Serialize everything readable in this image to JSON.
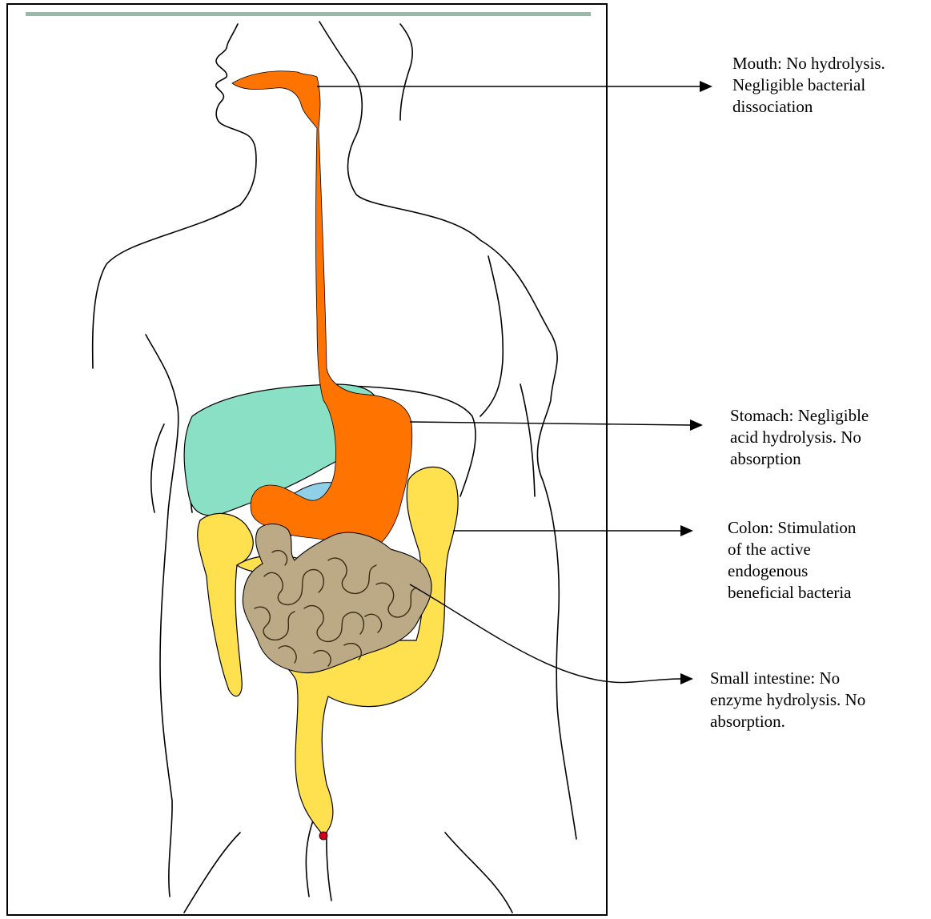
{
  "colors": {
    "esophagus_stomach": "#ff7300",
    "liver": "#8ae0c4",
    "gallbladder": "#8fd0e8",
    "colon": "#ffe14f",
    "small_intestine": "#bcaa86",
    "outline": "#000000"
  },
  "labels": {
    "mouth": [
      "Mouth: No hydrolysis.",
      "Negligible bacterial",
      "dissociation"
    ],
    "stomach": [
      "Stomach: Negligible",
      "acid hydrolysis. No",
      "absorption"
    ],
    "colon": [
      "Colon: Stimulation",
      "of the active",
      "endogenous",
      "beneficial bacteria"
    ],
    "small_intestine": [
      "Small intestine: No",
      "enzyme hydrolysis. No",
      "absorption."
    ]
  }
}
